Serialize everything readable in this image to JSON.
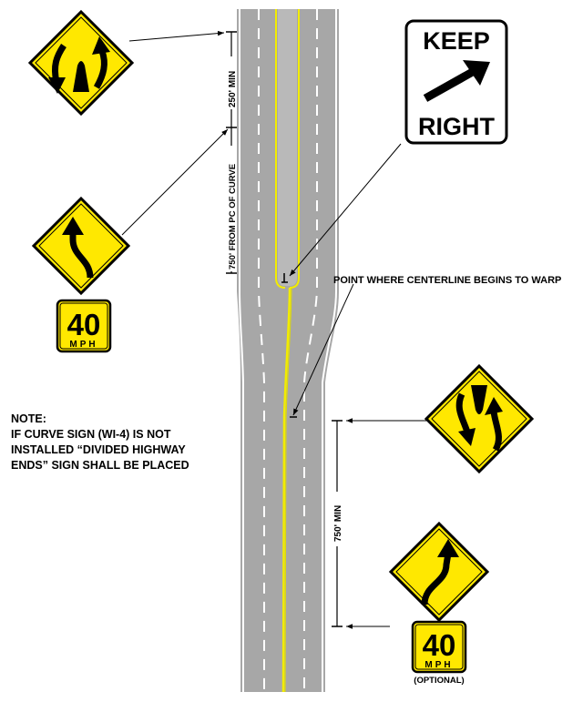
{
  "signs": {
    "keep_right": {
      "line1": "KEEP",
      "line2": "RIGHT"
    },
    "speed_left": {
      "value": "40",
      "unit": "MPH"
    },
    "speed_right": {
      "value": "40",
      "unit": "MPH",
      "note": "(OPTIONAL)"
    }
  },
  "dimensions": {
    "top_min": "250' MIN",
    "from_pc": "750' FROM PC OF CURVE",
    "lower_min": "750' MIN"
  },
  "labels": {
    "warp_point": "POINT WHERE CENTERLINE BEGINS TO WARP"
  },
  "note": {
    "title": "NOTE:",
    "line1": "IF CURVE SIGN (WI-4) IS NOT",
    "line2": "INSTALLED “DIVIDED HIGHWAY",
    "line3": "ENDS” SIGN SHALL BE PLACED"
  },
  "colors": {
    "warning_yellow": "#ffe800",
    "pavement": "#a7a7a7",
    "centerline": "#f2ec00"
  }
}
